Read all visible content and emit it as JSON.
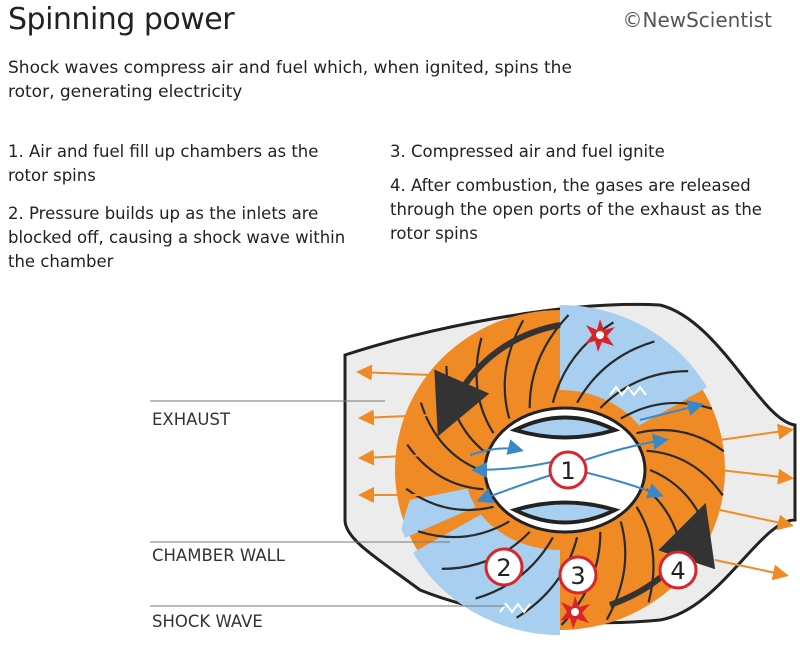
{
  "title": "Spinning power",
  "brand": "©NewScientist",
  "subtitle": "Shock waves compress air and fuel which, when ignited, spins the rotor, generating electricity",
  "steps": [
    "1. Air and fuel fill up chambers as the rotor spins",
    "2. Pressure builds up as the inlets are blocked off, causing a shock wave within the chamber",
    "3. Compressed air and fuel ignite",
    "4. After combustion, the gases are released through the open ports of the exhaust as the rotor spins"
  ],
  "labels": {
    "exhaust": "EXHAUST",
    "chamber_wall": "CHAMBER WALL",
    "shock_wave": "SHOCK WAVE"
  },
  "markers": [
    "1",
    "2",
    "3",
    "4"
  ],
  "colors": {
    "rotor_orange": "#F08A24",
    "chamber_blue": "#A8CFEF",
    "arrow_blue": "#3A88C8",
    "arrow_orange": "#F08A24",
    "marker_red": "#D9252A",
    "dark": "#333333"
  }
}
